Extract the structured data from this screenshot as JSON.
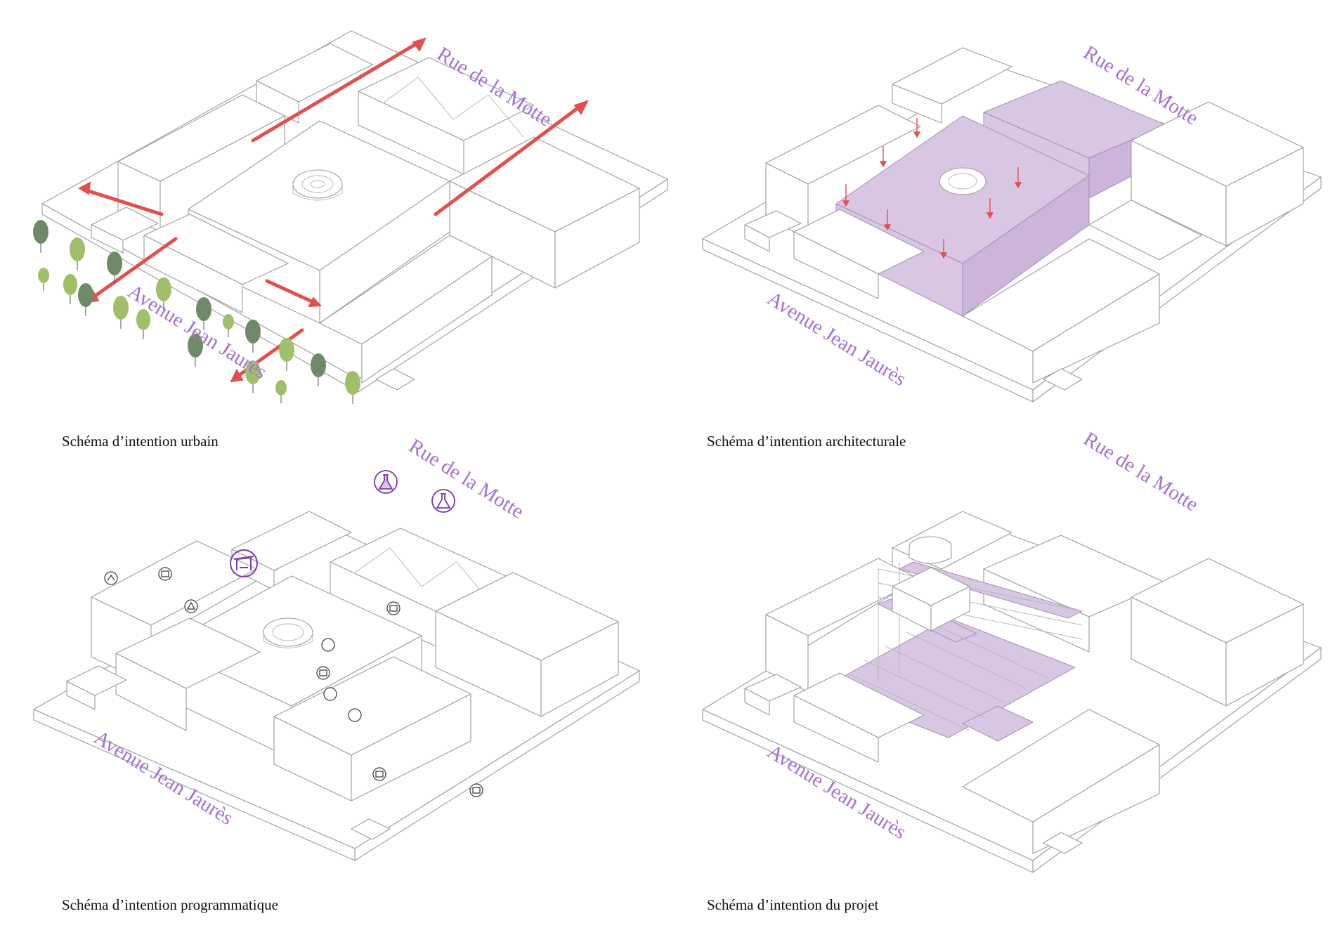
{
  "panels": [
    {
      "caption": "Schéma d’intention urbain",
      "streets": [
        "Rue de la Motte",
        "Avenue Jean Jaurès"
      ],
      "variant": "urbain"
    },
    {
      "caption": "Schéma d’intention architecturale",
      "streets": [
        "Rue de la Motte",
        "Avenue Jean Jaurès"
      ],
      "variant": "architecturale"
    },
    {
      "caption": "Schéma d’intention programmatique",
      "streets": [
        "Rue de la Motte",
        "Avenue Jean Jaurès"
      ],
      "variant": "programmatique"
    },
    {
      "caption": "Schéma d’intention du projet",
      "streets": [
        "Rue de la Motte",
        "Avenue Jean Jaurès"
      ],
      "variant": "projet"
    }
  ],
  "colors": {
    "street_label": "#a671cc",
    "arrow": "#e0514e",
    "intervention": "#d9c6e2",
    "tree_dark": "#6f8a66",
    "tree_light": "#9fbf6a"
  },
  "icons": {
    "urbain": [
      "tree-icon",
      "arrow-icon"
    ],
    "architecturale": [
      "down-arrow-icon"
    ],
    "programmatique": [
      "program-pictogram-icon",
      "laboratory-flask-icon",
      "museum-icon"
    ],
    "projet": []
  }
}
